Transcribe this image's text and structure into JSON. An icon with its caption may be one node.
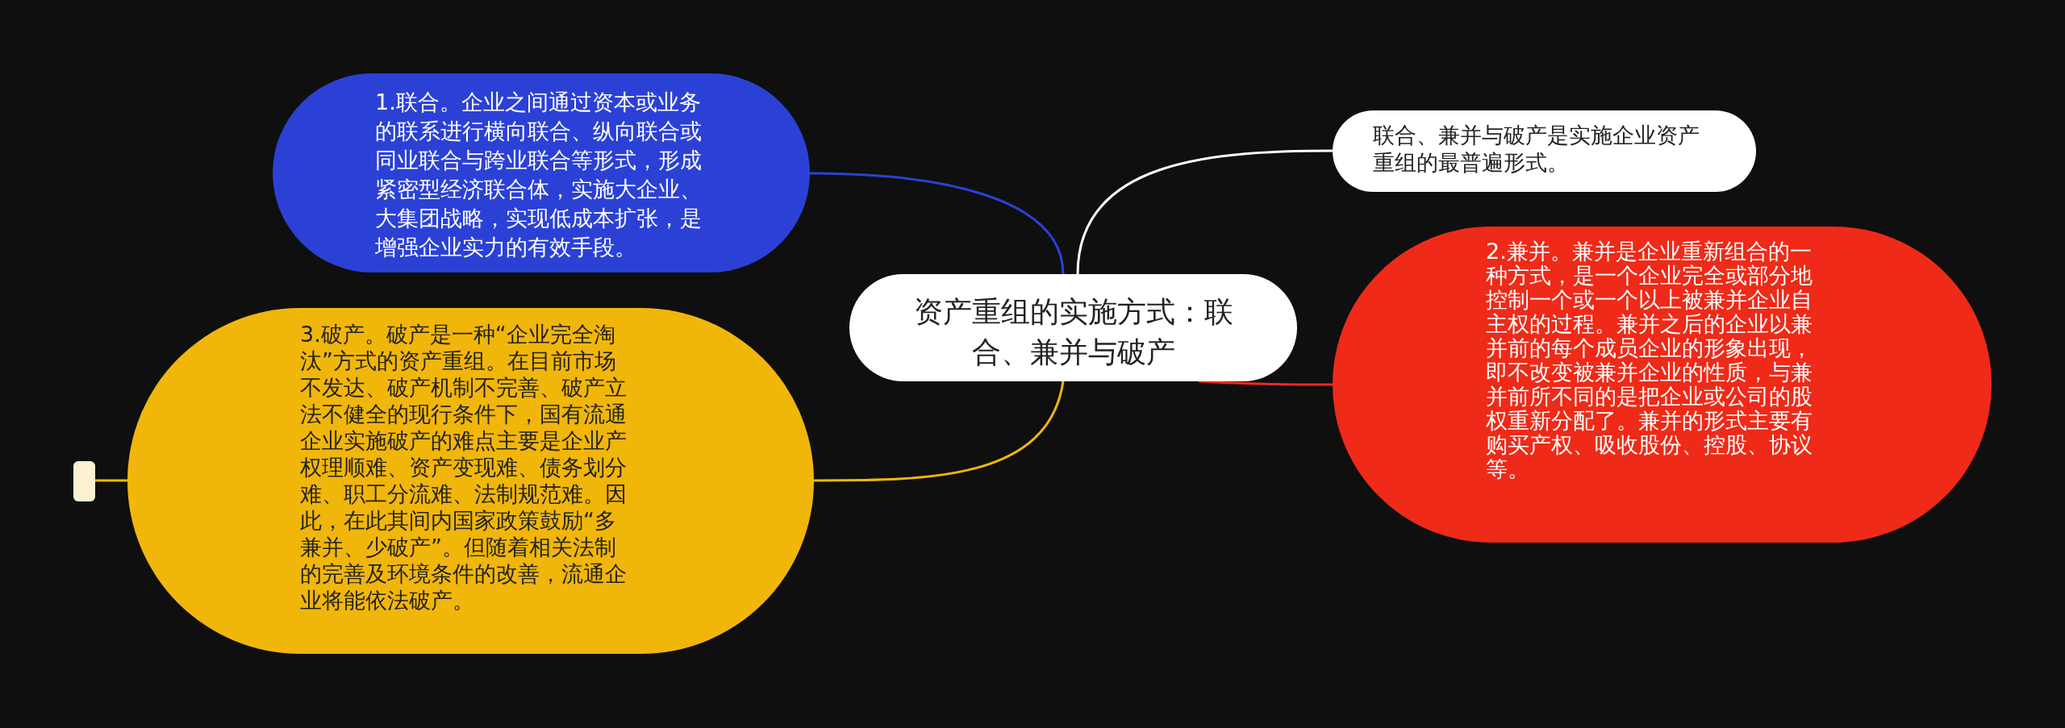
{
  "diagram": {
    "nodes": [
      {
        "text": [
          "资产重组的实施方式：联合、兼并与破产"
        ]
      },
      {
        "text": [
          "1.联合。企业之间通过资本或业务的联系进行横向联合、纵向联合或同业联合与跨业联合等形式，形成紧密型经济联合体，实施大企业、大集团战略，实现低成本扩张，是增强企业实力的有效手段。"
        ]
      },
      {
        "text": [
          "联合、兼并与破产是实施企业资产重组的最普遍形式。"
        ]
      },
      {
        "text": [
          "2.兼并。兼并是企业重新组合的一种方式，是一个企业完全或部分地控制一个或一个以上被兼并企业自主权的过程。兼并之后的企业以兼并前的每个成员企业的形象出现，即不改变被兼并企业的性质，与兼并前所不同的是把企业或公司的股权重新分配了。兼并的形式主要有购买产权、吸收股份、控股、协议等。"
        ]
      },
      {
        "text": [
          "3.破产。破产是一种“企业完全淘汰”方式的资产重组。在目前市场不发达、破产机制不完善、破产立法不健全的现行条件下，国有流通企业实施破产的难点主要是企业产权理顺难、资产变现难、债务划分难、职工分流难、法制规范难。因此，在此其间内国家政策鼓励“多兼并、少破产”。但随着相关法制的完善及环境条件的改善，流通企业将能依法破产。"
        ]
      },
      {
        "text": [],
        "shape": "box"
      }
    ],
    "edges": [
      {
        "from": 0,
        "to": 1,
        "arrow": "none",
        "color": "#2b41d6"
      },
      {
        "from": 0,
        "to": 2,
        "arrow": "none",
        "color": "#ffffff"
      },
      {
        "from": 0,
        "to": 3,
        "arrow": "none",
        "color": "#ef2a18"
      },
      {
        "from": 0,
        "to": 4,
        "arrow": "none",
        "color": "#f1b60a"
      },
      {
        "from": 4,
        "to": 5,
        "arrow": "none",
        "color": "#f1b60a"
      }
    ]
  }
}
